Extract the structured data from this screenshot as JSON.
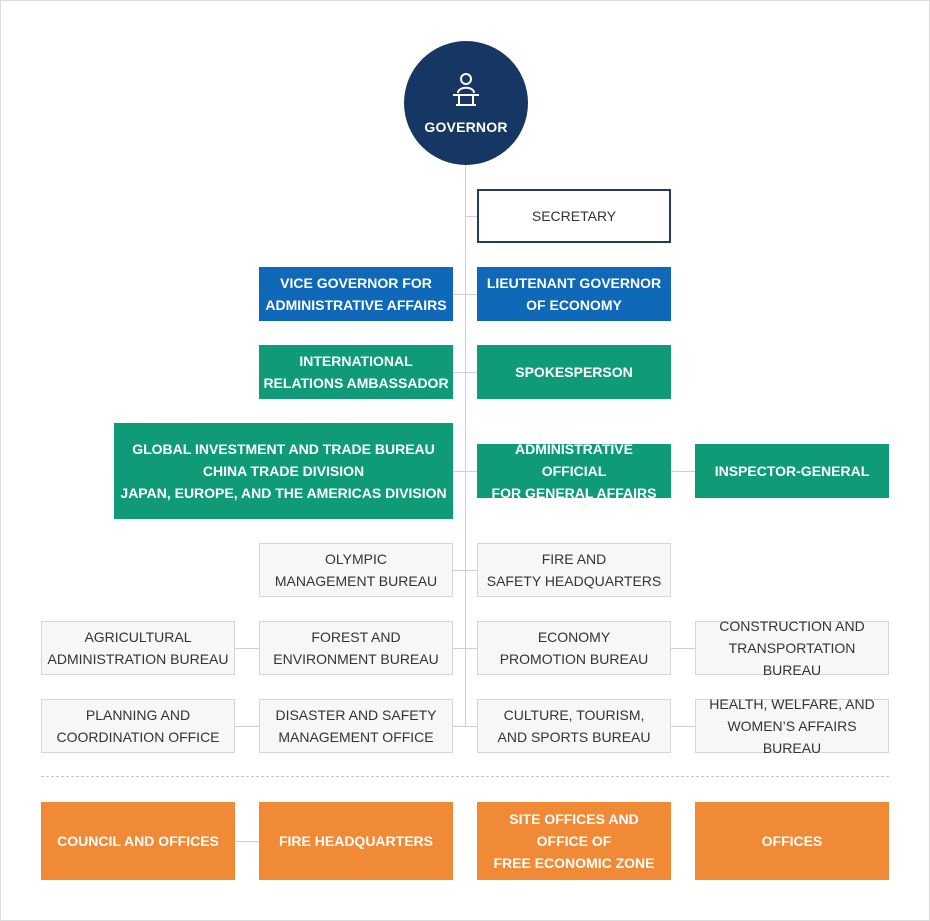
{
  "governor": {
    "label": "GOVERNOR",
    "icon": "governor-podium-icon"
  },
  "colors": {
    "navy": "#163764",
    "blue": "#1068b8",
    "green": "#109b78",
    "orange": "#f18a37",
    "gray_box": "#f7f7f7",
    "connector": "#cfcfcf"
  },
  "boxes": {
    "secretary": "SECRETARY",
    "vice_governor": "VICE GOVERNOR FOR\nADMINISTRATIVE AFFAIRS",
    "lieutenant_governor": "LIEUTENANT GOVERNOR\nOF ECONOMY",
    "international_ambassador": "INTERNATIONAL\nRELATIONS AMBASSADOR",
    "spokesperson": "SPOKESPERSON",
    "global_investment": "GLOBAL INVESTMENT AND TRADE BUREAU\nCHINA TRADE DIVISION\nJAPAN, EUROPE, AND THE AMERICAS DIVISION",
    "administrative_official": "ADMINISTRATIVE OFFICIAL\nFOR GENERAL AFFAIRS",
    "inspector_general": "INSPECTOR-GENERAL",
    "olympic": "OLYMPIC\nMANAGEMENT BUREAU",
    "fire_safety_hq": "FIRE AND\nSAFETY HEADQUARTERS",
    "agricultural": "AGRICULTURAL\nADMINISTRATION BUREAU",
    "forest": "FOREST AND\nENVIRONMENT BUREAU",
    "economy": "ECONOMY\nPROMOTION BUREAU",
    "construction": "CONSTRUCTION AND\nTRANSPORTATION BUREAU",
    "planning": "PLANNING AND\nCOORDINATION OFFICE",
    "disaster": "DISASTER AND SAFETY\nMANAGEMENT OFFICE",
    "culture": "CULTURE, TOURISM,\nAND SPORTS BUREAU",
    "health": "HEALTH, WELFARE, AND\nWOMEN’S AFFAIRS BUREAU",
    "council": "COUNCIL AND OFFICES",
    "fire_hq": "FIRE HEADQUARTERS",
    "site_offices": "SITE OFFICES AND\nOFFICE  OF\nFREE ECONOMIC ZONE",
    "offices": "OFFICES"
  }
}
